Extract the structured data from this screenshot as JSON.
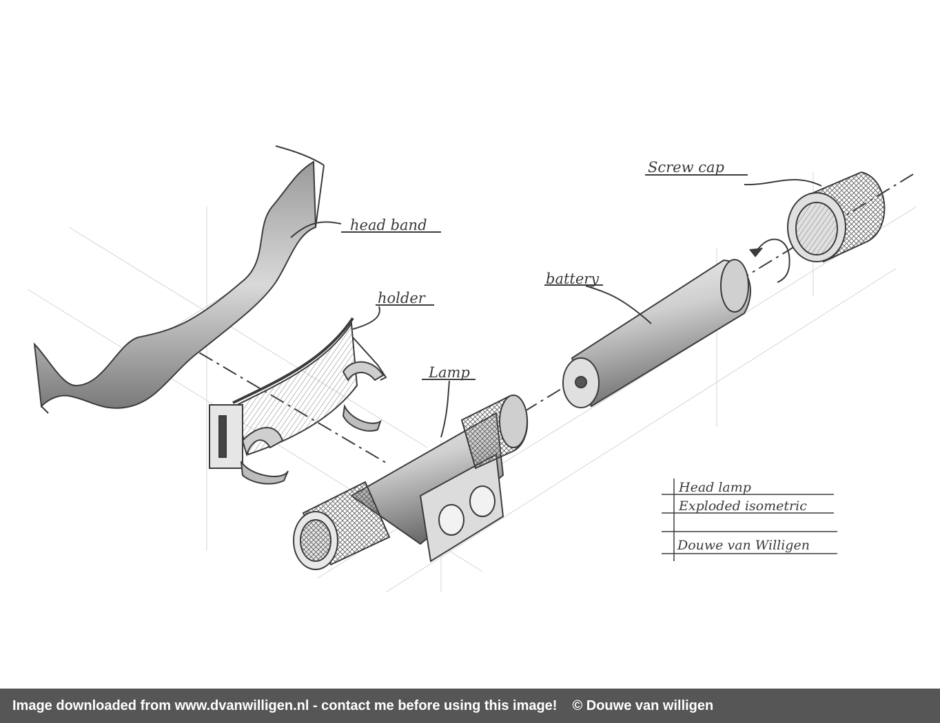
{
  "labels": {
    "head_band": "head band",
    "holder": "holder",
    "lamp": "Lamp",
    "battery": "battery",
    "screw_cap": "Screw cap"
  },
  "title_block": {
    "line1": "Head lamp",
    "line2": "Exploded isometric",
    "signature": "Douwe van Willigen"
  },
  "footer": {
    "text": "Image downloaded from www.dvanwilligen.nl - contact me before using this image!",
    "copyright": "© Douwe van willigen"
  },
  "colors": {
    "pencil": "#3a3a3a",
    "shade": "#8a8a8a",
    "footer_bg": "#565656"
  }
}
